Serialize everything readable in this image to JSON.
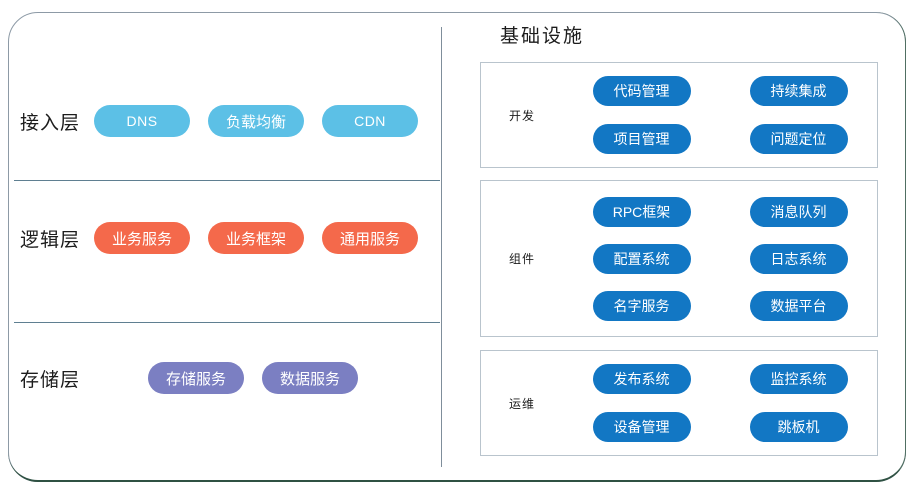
{
  "colors": {
    "access_pill": "#5cc0e6",
    "logic_pill": "#f4694b",
    "storage_pill": "#7b7fc2",
    "infra_pill": "#1277c4",
    "frame_border": "#8d9aa6",
    "divider": "#5f7f91",
    "group_border": "#b9c4cd",
    "shadow_edge": "#2f5143"
  },
  "left_column": {
    "layers": [
      {
        "label": "接入层",
        "style": "access",
        "items": [
          {
            "label": "DNS",
            "latin": true
          },
          {
            "label": "负载均衡",
            "latin": false
          },
          {
            "label": "CDN",
            "latin": true
          }
        ]
      },
      {
        "label": "逻辑层",
        "style": "logic",
        "items": [
          {
            "label": "业务服务",
            "latin": false
          },
          {
            "label": "业务框架",
            "latin": false
          },
          {
            "label": "通用服务",
            "latin": false
          }
        ]
      },
      {
        "label": "存储层",
        "style": "storage",
        "items": [
          {
            "label": "存储服务",
            "latin": false
          },
          {
            "label": "数据服务",
            "latin": false
          }
        ]
      }
    ]
  },
  "right_column": {
    "title": "基础设施",
    "groups": [
      {
        "label": "开发",
        "items": [
          "代码管理",
          "持续集成",
          "项目管理",
          "问题定位"
        ]
      },
      {
        "label": "组件",
        "items": [
          "RPC框架",
          "消息队列",
          "配置系统",
          "日志系统",
          "名字服务",
          "数据平台"
        ]
      },
      {
        "label": "运维",
        "items": [
          "发布系统",
          "监控系统",
          "设备管理",
          "跳板机"
        ]
      }
    ]
  }
}
